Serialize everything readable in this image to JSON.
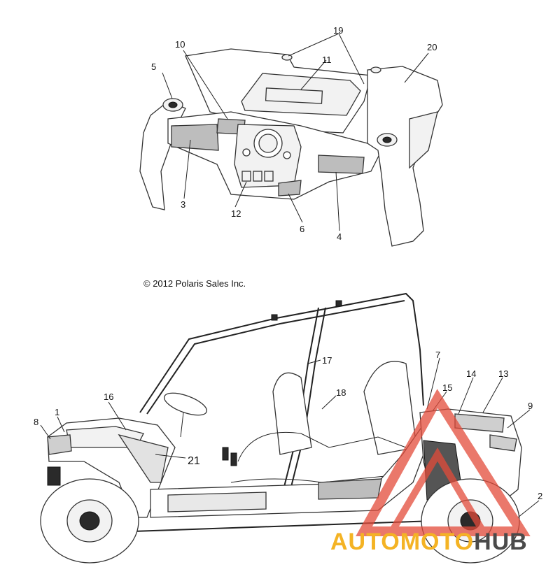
{
  "copyright": "© 2012 Polaris Sales Inc.",
  "callouts": {
    "c1": "1",
    "c2": "2",
    "c3": "3",
    "c4": "4",
    "c5": "5",
    "c6": "6",
    "c7": "7",
    "c8": "8",
    "c9": "9",
    "c10": "10",
    "c11": "11",
    "c12": "12",
    "c13": "13",
    "c14": "14",
    "c15": "15",
    "c16": "16",
    "c17": "17",
    "c18": "18",
    "c19": "19",
    "c20": "20",
    "c21": "21"
  },
  "watermark": {
    "part1": "AUTOMOTO",
    "part2": "HUB",
    "colors": {
      "yellow": "#f4b324",
      "red": "#e34b3a",
      "gray": "#4a4a4a"
    }
  }
}
